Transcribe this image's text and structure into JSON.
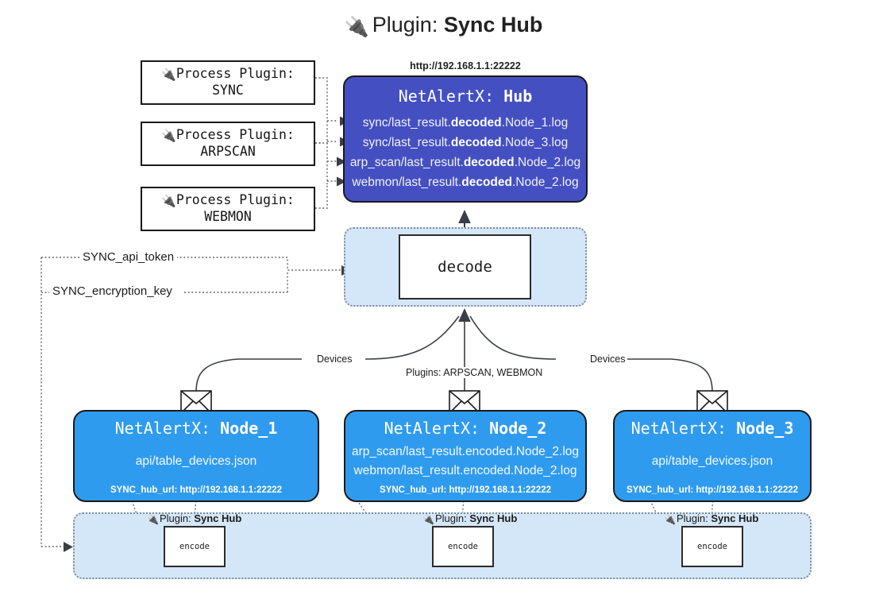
{
  "title": {
    "plug_icon": "plug-icon",
    "prefix": "Plugin:",
    "name": "Sync Hub"
  },
  "process_plugins": [
    {
      "line1": "Process Plugin:",
      "line2": "SYNC",
      "icon": "plug-icon"
    },
    {
      "line1": "Process Plugin:",
      "line2": "ARPSCAN",
      "icon": "plug-icon"
    },
    {
      "line1": "Process Plugin:",
      "line2": "WEBMON",
      "icon": "plug-icon"
    }
  ],
  "hub": {
    "url": "http://192.168.1.1:22222",
    "title_prefix": "NetAlertX:",
    "title_name": "Hub",
    "logs": [
      {
        "pre": "sync/last_result.",
        "mid": "decoded",
        "post": ".Node_1.log"
      },
      {
        "pre": "sync/last_result.",
        "mid": "decoded",
        "post": ".Node_3.log"
      },
      {
        "pre": "arp_scan/last_result.",
        "mid": "decoded",
        "post": ".Node_2.log"
      },
      {
        "pre": "webmon/last_result.",
        "mid": "decoded",
        "post": ".Node_2.log"
      }
    ],
    "fill_color": "#4450c2"
  },
  "decode": {
    "label": "decode",
    "container_color": "#d4e7f8"
  },
  "secrets": [
    {
      "label": "SYNC_api_token"
    },
    {
      "label": "SYNC_encryption_key"
    }
  ],
  "edge_labels": {
    "devices_left": "Devices",
    "devices_right": "Devices",
    "plugins_center": "Plugins: ARPSCAN, WEBMON"
  },
  "nodes": [
    {
      "title_prefix": "NetAlertX:",
      "title_name": "Node_1",
      "lines": [
        "api/table_devices.json"
      ],
      "footer": "SYNC_hub_url: http://192.168.1.1:22222",
      "envelope_icon": "envelope-icon"
    },
    {
      "title_prefix": "NetAlertX:",
      "title_name": "Node_2",
      "lines": [
        "arp_scan/last_result.encoded.Node_2.log",
        "webmon/last_result.encoded.Node_2.log"
      ],
      "footer": "SYNC_hub_url: http://192.168.1.1:22222",
      "envelope_icon": "envelope-icon"
    },
    {
      "title_prefix": "NetAlertX:",
      "title_name": "Node_3",
      "lines": [
        "api/table_devices.json"
      ],
      "footer": "SYNC_hub_url: http://192.168.1.1:22222",
      "envelope_icon": "envelope-icon"
    }
  ],
  "plugin_strip": {
    "items": [
      {
        "plug_icon": "plug-icon",
        "prefix": "Plugin:",
        "name": "Sync Hub",
        "encode_label": "encode"
      },
      {
        "plug_icon": "plug-icon",
        "prefix": "Plugin:",
        "name": "Sync Hub",
        "encode_label": "encode"
      },
      {
        "plug_icon": "plug-icon",
        "prefix": "Plugin:",
        "name": "Sync Hub",
        "encode_label": "encode"
      }
    ]
  },
  "colors": {
    "node_blue": "#2f9bef",
    "hub_indigo": "#4450c2",
    "light_blue": "#d4e7f8",
    "stroke": "#1a1a1a"
  }
}
